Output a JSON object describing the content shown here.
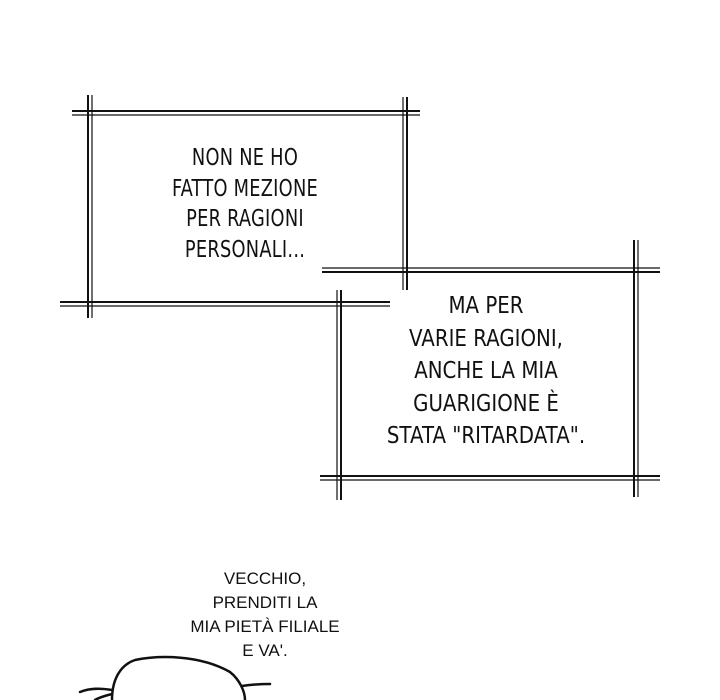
{
  "captions": [
    {
      "lines": [
        "NON NE HO",
        "FATTO MEZIONE",
        "PER RAGIONI",
        "PERSONALI..."
      ]
    },
    {
      "lines": [
        "MA PER",
        "VARIE RAGIONI,",
        "ANCHE LA MIA",
        "GUARIGIONE È",
        "STATA \"RITARDATA\"."
      ]
    }
  ],
  "dialog": {
    "lines": [
      "VECCHIO,",
      "PRENDITI LA",
      "MIA PIETÀ FILIALE",
      "E VA'."
    ]
  },
  "colors": {
    "ink": "#111111",
    "background": "#ffffff"
  }
}
